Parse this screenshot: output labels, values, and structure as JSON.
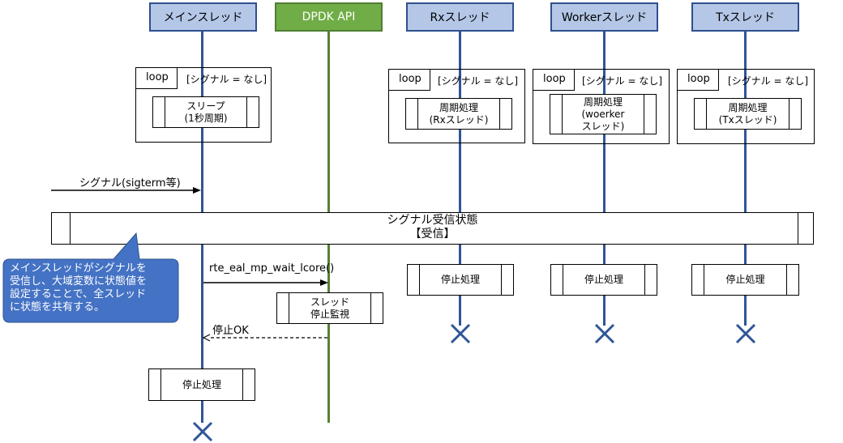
{
  "lifelines": {
    "main": "メインスレッド",
    "dpdk": "DPDK API",
    "rx": "Rxスレッド",
    "worker": "Workerスレッド",
    "tx": "Txスレッド"
  },
  "loop_label": "loop",
  "loop_guard": "[シグナル = なし]",
  "loop_boxes": {
    "main": "スリープ\n(1秒周期)",
    "rx": "周期処理\n(Rxスレッド)",
    "worker": "周期処理\n(woerker\nスレッド)",
    "tx": "周期処理\n(Txスレッド)"
  },
  "signal_message": "シグナル(sigterm等)",
  "signal_band": "シグナル受信状態\n【受信】",
  "wait_call": "rte_eal_mp_wait_lcore()",
  "monitor_box": "スレッド\n停止監視",
  "stop_ok": "停止OK",
  "stop_process": "停止処理",
  "note": "メインスレッドがシグナルを\n受信し、大域変数に状態値を\n設定することで、全スレッド\nに状態を共有する。",
  "colors": {
    "header_fill": "#b4c7e7",
    "header_border": "#2f4f8f",
    "lifeline": "#2f5597",
    "dpdk_fill": "#70ad47",
    "dpdk_lifeline": "#548235",
    "note_fill": "#4472c4"
  }
}
